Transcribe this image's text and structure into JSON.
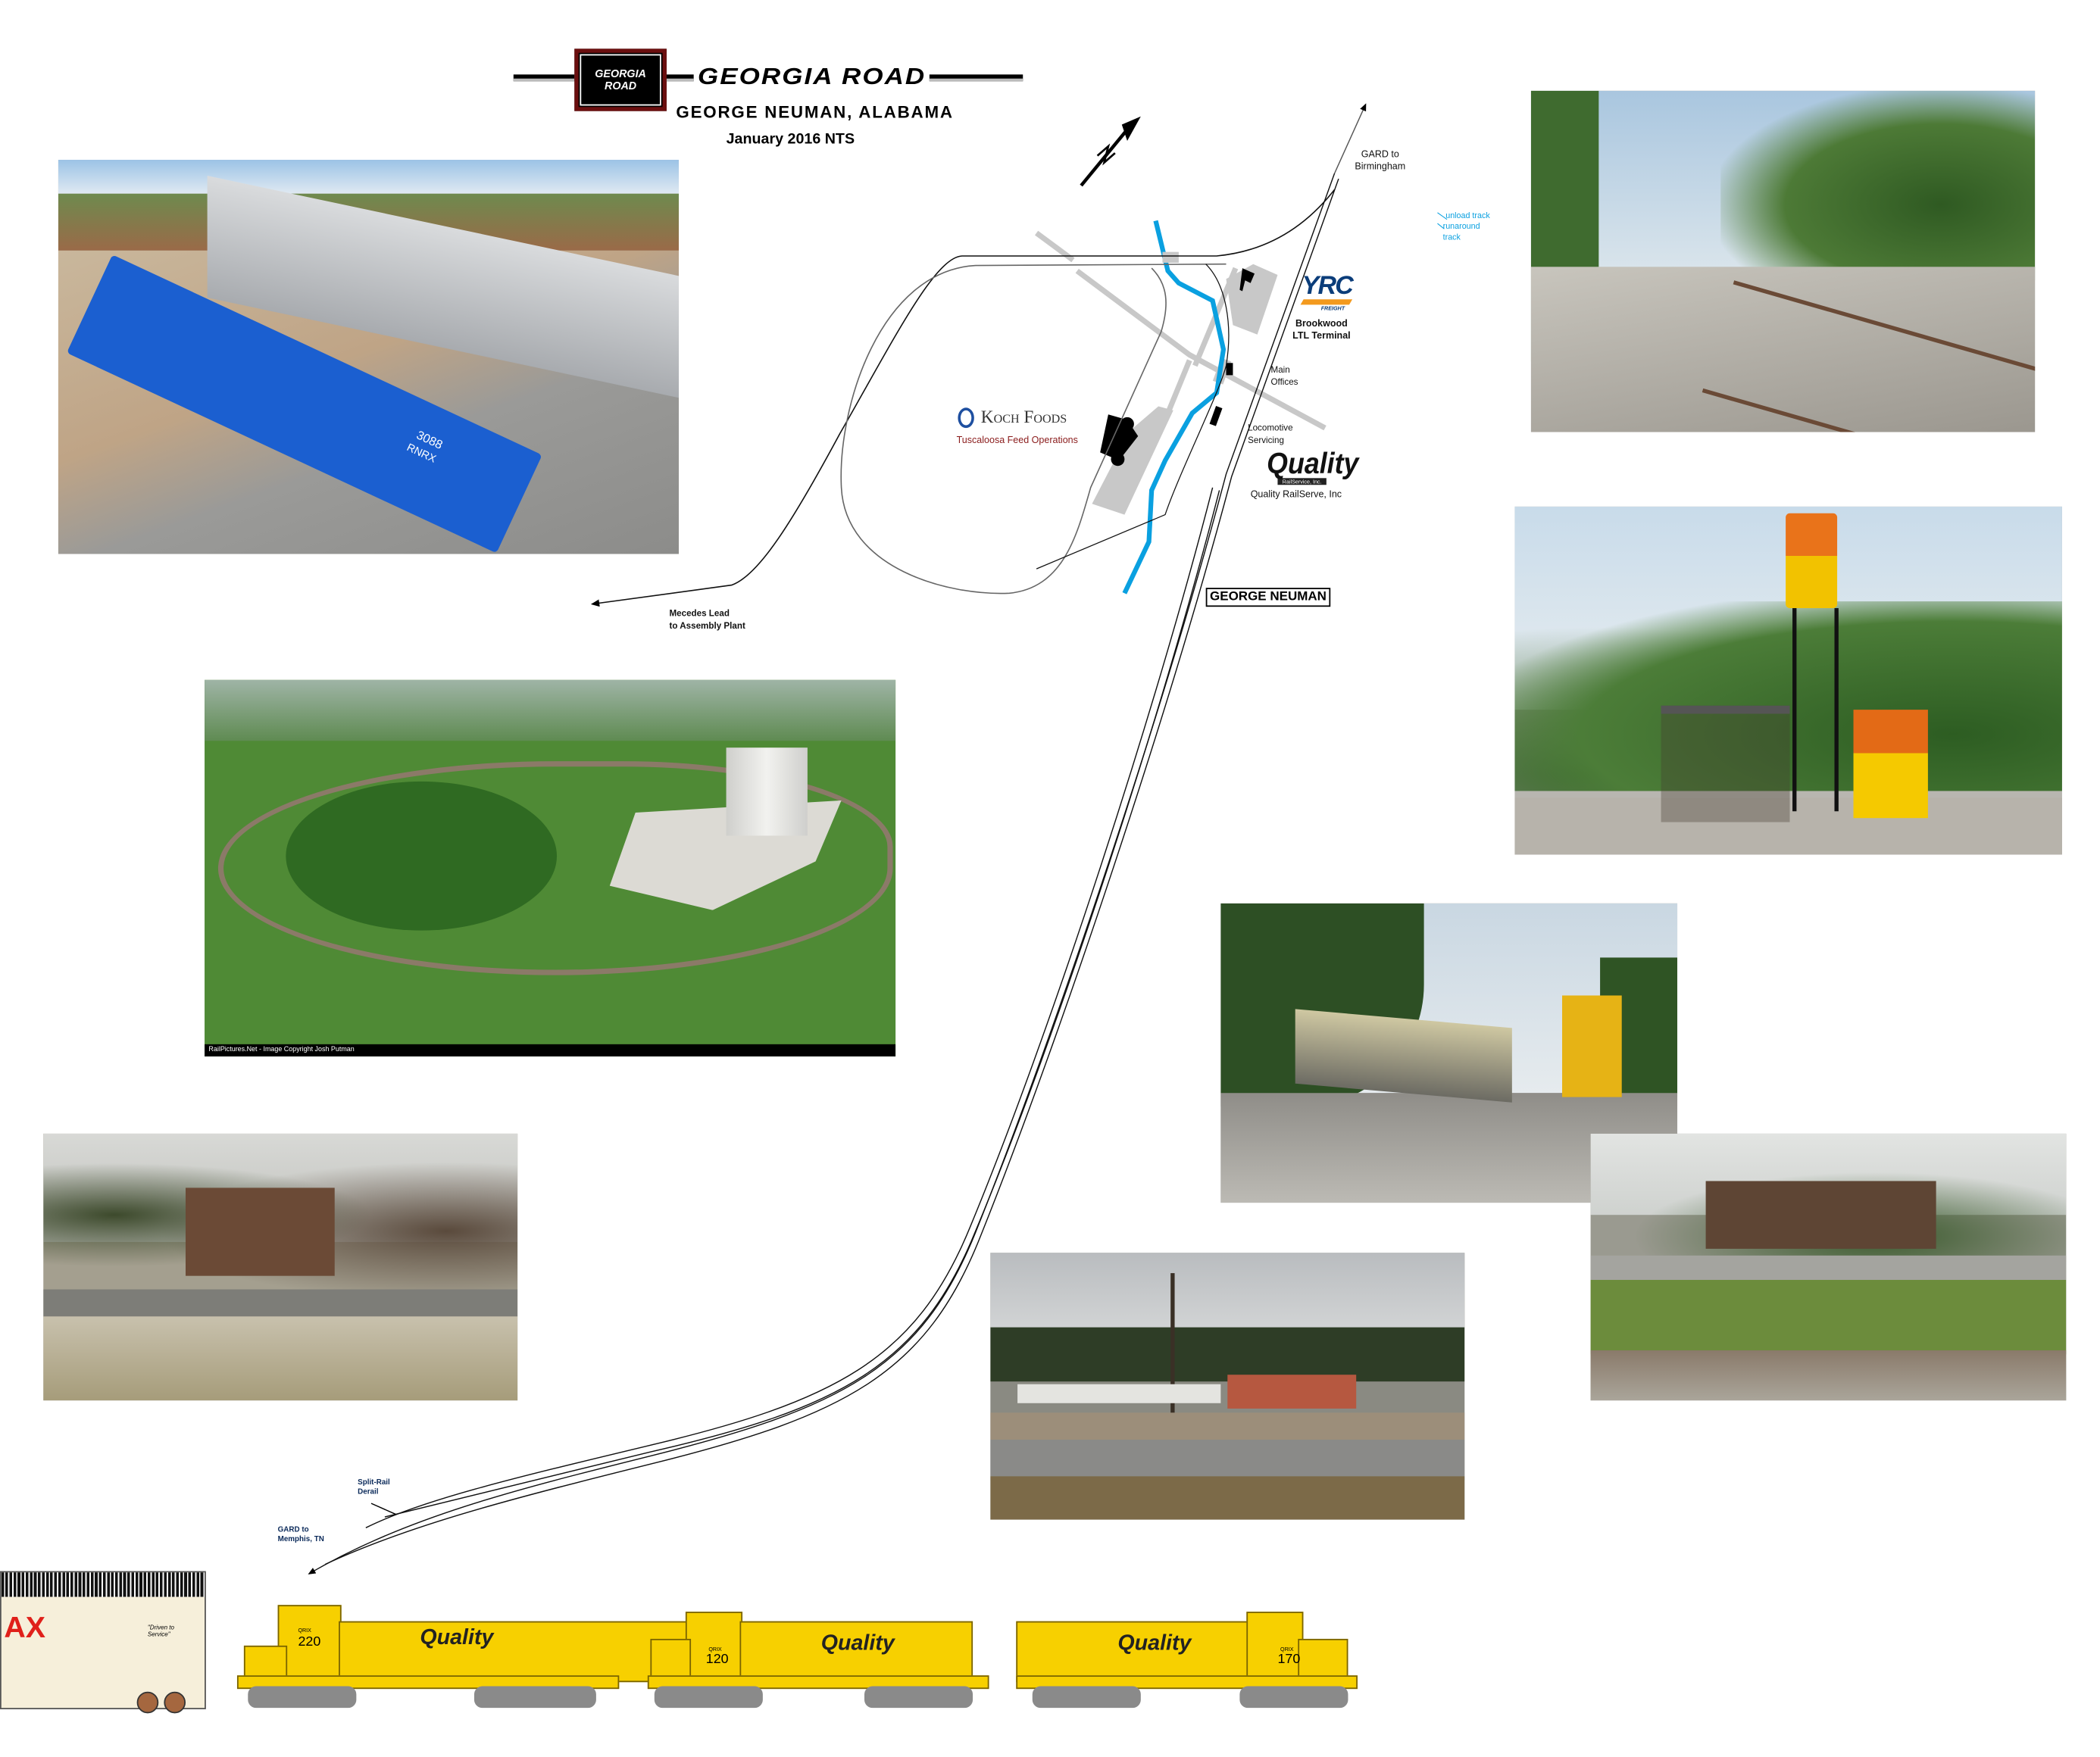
{
  "header": {
    "logo_text": "GEORGIA ROAD",
    "title": "GEORGIA ROAD",
    "subtitle": "GEORGE NEUMAN, ALABAMA",
    "date": "January 2016 NTS"
  },
  "map": {
    "north_label": "N",
    "birmingham": [
      "GARD to",
      "Birmingham"
    ],
    "legend": [
      "unload track",
      "runaround",
      "track"
    ],
    "yrc": {
      "logo": "YRC",
      "logo_sub": "FREIGHT",
      "name": [
        "Brookwood",
        "LTL Terminal"
      ]
    },
    "main_offices": [
      "Main",
      "Offices"
    ],
    "loco_servicing": [
      "Locomotive",
      "Servicing"
    ],
    "quality": {
      "logo": "Quality",
      "logo_sub": "RailService, Inc.",
      "name": "Quality RailServe, Inc"
    },
    "koch": {
      "logo": "Koch Foods",
      "name": "Tuscaloosa Feed Operations"
    },
    "station_sign": "GEORGE NEUMAN",
    "mercedes": [
      "Mecedes Lead",
      "to Assembly Plant"
    ],
    "derail": [
      "Split-Rail",
      "Derail"
    ],
    "memphis": [
      "GARD to",
      "Memphis, TN"
    ],
    "colors": {
      "creek": "#0aa0e0",
      "road": "#c8c8c8",
      "track": "#111111"
    }
  },
  "photos": {
    "aerial_caption": "RailPictures.Net - Image Copyright Josh Putman",
    "blue_loco_numbers": "3088",
    "blue_loco_reporting": "RNRX"
  },
  "train": {
    "boxcar_text": "AX",
    "boxcar_slogan": "\"Driven to Service\"",
    "locos": [
      {
        "reporting": "QRIX",
        "number": "220",
        "logo": "Quality"
      },
      {
        "reporting": "QRIX",
        "number": "120",
        "logo": "Quality"
      },
      {
        "reporting": "QRIX",
        "number": "170",
        "logo": "Quality"
      }
    ]
  }
}
